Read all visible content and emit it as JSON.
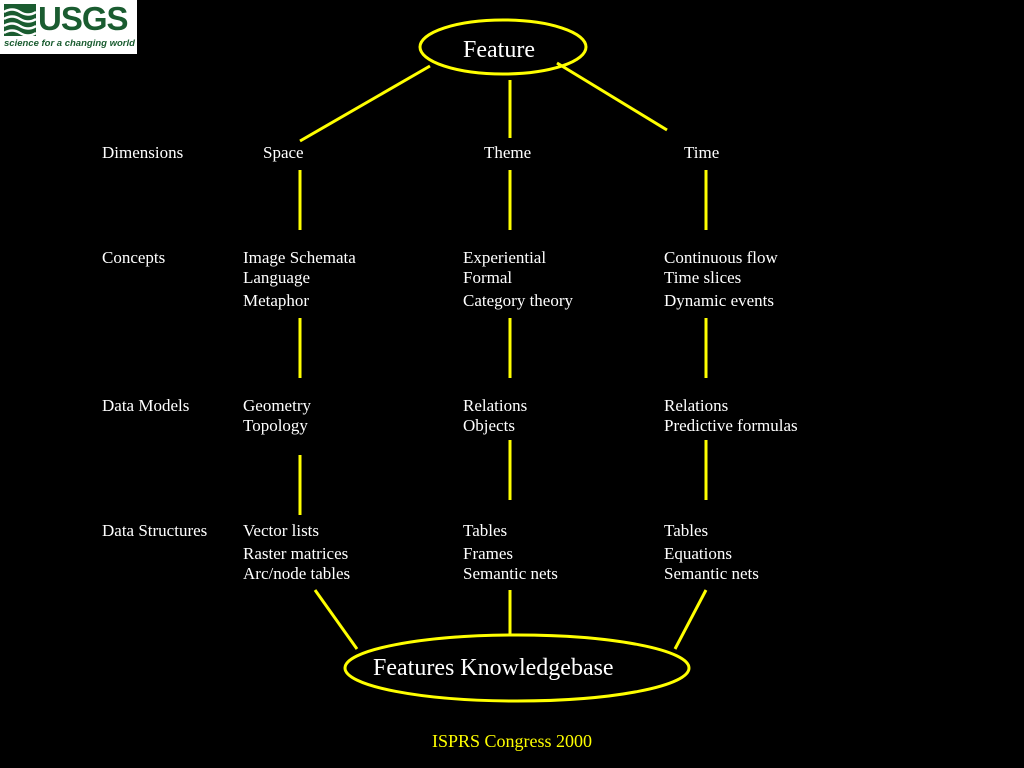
{
  "logo": {
    "name": "USGS",
    "tagline": "science for a changing world"
  },
  "top_node": "Feature",
  "bottom_node": "Features Knowledgebase",
  "rows": {
    "dimensions": "Dimensions",
    "concepts": "Concepts",
    "data_models": "Data Models",
    "data_structures": "Data Structures"
  },
  "columns": {
    "space": {
      "header": "Space",
      "concepts": [
        "Image Schemata",
        "Language",
        "Metaphor"
      ],
      "data_models": [
        "Geometry",
        "Topology"
      ],
      "data_structures": [
        "Vector lists",
        "Raster matrices",
        "Arc/node tables"
      ]
    },
    "theme": {
      "header": "Theme",
      "concepts": [
        "Experiential",
        "Formal",
        "Category theory"
      ],
      "data_models": [
        "Relations",
        "Objects"
      ],
      "data_structures": [
        "Tables",
        "Frames",
        "Semantic nets"
      ]
    },
    "time": {
      "header": "Time",
      "concepts": [
        "Continuous flow",
        "Time slices",
        "Dynamic events"
      ],
      "data_models": [
        "Relations",
        "Predictive formulas"
      ],
      "data_structures": [
        "Tables",
        "Equations",
        "Semantic nets"
      ]
    }
  },
  "footer": "ISPRS Congress 2000",
  "colors": {
    "background": "#000000",
    "line": "#ffff00",
    "text": "#ffffff",
    "footer": "#ffff00",
    "logo_green": "#1a5c30"
  }
}
